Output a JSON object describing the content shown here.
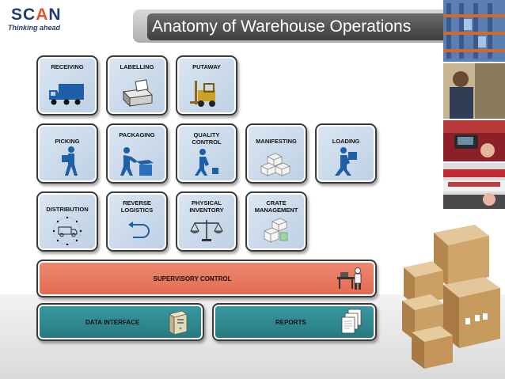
{
  "logo": {
    "brand_left": "SC",
    "brand_accent": "A",
    "brand_right": "N",
    "tagline": "Thinking ahead"
  },
  "title": "Anatomy of Warehouse Operations",
  "tiles": {
    "receiving": "RECEIVING",
    "labelling": "LABELLING",
    "putaway": "PUTAWAY",
    "picking": "PICKING",
    "packaging": "PACKAGING",
    "quality_control": "QUALITY\nCONTROL",
    "manifesting": "MANIFESTING",
    "loading": "LOADING",
    "distribution": "DISTRIBUTION",
    "reverse_logistics": "REVERSE\nLOGISTICS",
    "physical_inventory": "PHYSICAL\nINVENTORY",
    "crate_management": "CRATE\nMANAGEMENT"
  },
  "bars": {
    "supervisory_control": "SUPERVISORY CONTROL",
    "data_interface": "DATA INTERFACE",
    "reports": "REPORTS"
  },
  "colors": {
    "tile_fill": "#c9d8ea",
    "supervisory_fill": "#e8765d",
    "teal_fill": "#2e8a91",
    "icon_blue": "#1f5fa8",
    "title_dark": "#4d4d4d"
  },
  "icons": {
    "receiving": "truck-icon",
    "labelling": "label-printer-icon",
    "putaway": "forklift-icon",
    "picking": "worker-carrying-box-icon",
    "packaging": "worker-packing-icon",
    "quality_control": "worker-inspecting-icon",
    "manifesting": "stacked-boxes-icon",
    "loading": "worker-loading-icon",
    "distribution": "distribution-truck-icon",
    "reverse_logistics": "return-arrow-icon",
    "physical_inventory": "balance-scale-icon",
    "crate_management": "crates-icon",
    "supervisory_control": "supervisor-desk-icon",
    "data_interface": "computer-tower-icon",
    "reports": "documents-stack-icon"
  }
}
